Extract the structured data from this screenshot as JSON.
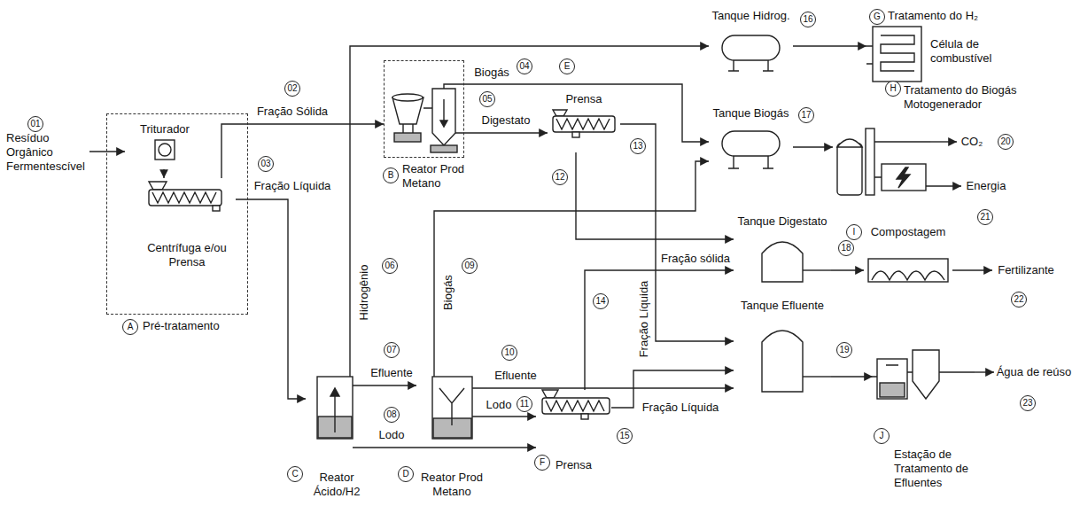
{
  "diagram": {
    "nodes": [
      {
        "text": [
          "Pré-tratamento"
        ]
      },
      {
        "text": [
          "Triturador"
        ],
        "in": 0
      },
      {
        "text": [
          "Centrífuga e/ou Prensa"
        ],
        "in": 0
      },
      {
        "text": [
          "Reator Prod Metano"
        ]
      },
      {
        "text": [
          "Prensa"
        ]
      },
      {
        "text": [
          "Reator Ácido/H2"
        ]
      },
      {
        "text": [
          "Reator Prod Metano"
        ]
      },
      {
        "text": [
          "Prensa"
        ]
      },
      {
        "text": [
          "Tanque Hidrog."
        ]
      },
      {
        "text": [
          "Tratamento do H₂",
          "Célula de combustível"
        ]
      },
      {
        "text": [
          "Tanque Biogás"
        ]
      },
      {
        "text": [
          "Tratamento do Biogás Motogenerador"
        ]
      },
      {
        "text": [
          "Tanque Digestato"
        ]
      },
      {
        "text": [
          "Compostagem"
        ]
      },
      {
        "text": [
          "Tanque Efluente"
        ]
      },
      {
        "text": [
          "Estação de Tratamento de Efluentes"
        ]
      },
      {
        "text": [
          "Resíduo Orgânico Fermentescível"
        ]
      },
      {
        "text": [
          "CO₂"
        ]
      },
      {
        "text": [
          "Energia"
        ]
      },
      {
        "text": [
          "Fertilizante"
        ]
      },
      {
        "text": [
          "Água de reúso"
        ]
      }
    ],
    "edges": [
      {
        "from": 16,
        "to": 1,
        "arrow": "to"
      },
      {
        "from": 1,
        "to": 2,
        "arrow": "to"
      },
      {
        "from": 2,
        "to": 3,
        "arrow": "to",
        "label": "Fração Sólida"
      },
      {
        "from": 2,
        "to": 5,
        "arrow": "to",
        "label": "Fração Líquida"
      },
      {
        "from": 3,
        "to": 10,
        "arrow": "to",
        "label": "Biogás"
      },
      {
        "from": 3,
        "to": 4,
        "arrow": "to",
        "label": "Digestato"
      },
      {
        "from": 5,
        "to": 8,
        "arrow": "to",
        "label": "Hidrogênio"
      },
      {
        "from": 5,
        "to": 6,
        "arrow": "to",
        "label": "Efluente"
      },
      {
        "from": 5,
        "to": 7,
        "arrow": "to",
        "label": "Lodo"
      },
      {
        "from": 6,
        "to": 10,
        "arrow": "to",
        "label": "Biogás"
      },
      {
        "from": 6,
        "to": 14,
        "arrow": "to",
        "label": "Efluente"
      },
      {
        "from": 6,
        "to": 7,
        "arrow": "to",
        "label": "Lodo"
      },
      {
        "from": 4,
        "to": 12,
        "arrow": "to"
      },
      {
        "from": 4,
        "to": 14,
        "arrow": "to",
        "label": "Fração Líquida"
      },
      {
        "from": 7,
        "to": 12,
        "arrow": "to",
        "label": "Fração sólida"
      },
      {
        "from": 7,
        "to": 14,
        "arrow": "to",
        "label": "Fração Líquida"
      },
      {
        "from": 8,
        "to": 9,
        "arrow": "to"
      },
      {
        "from": 10,
        "to": 11,
        "arrow": "to"
      },
      {
        "from": 11,
        "to": 17,
        "arrow": "to"
      },
      {
        "from": 11,
        "to": 18,
        "arrow": "to"
      },
      {
        "from": 12,
        "to": 13,
        "arrow": "to"
      },
      {
        "from": 13,
        "to": 19,
        "arrow": "to"
      },
      {
        "from": 14,
        "to": 15,
        "arrow": "to"
      },
      {
        "from": 15,
        "to": 20,
        "arrow": "to"
      }
    ],
    "labels": [
      "01",
      "02",
      "03",
      "04",
      "05",
      "06",
      "07",
      "08",
      "09",
      "10",
      "11",
      "12",
      "13",
      "14",
      "15",
      "16",
      "17",
      "18",
      "19",
      "20",
      "21",
      "22",
      "23",
      "A",
      "B",
      "C",
      "D",
      "E",
      "F",
      "G",
      "H",
      "I",
      "J"
    ]
  }
}
